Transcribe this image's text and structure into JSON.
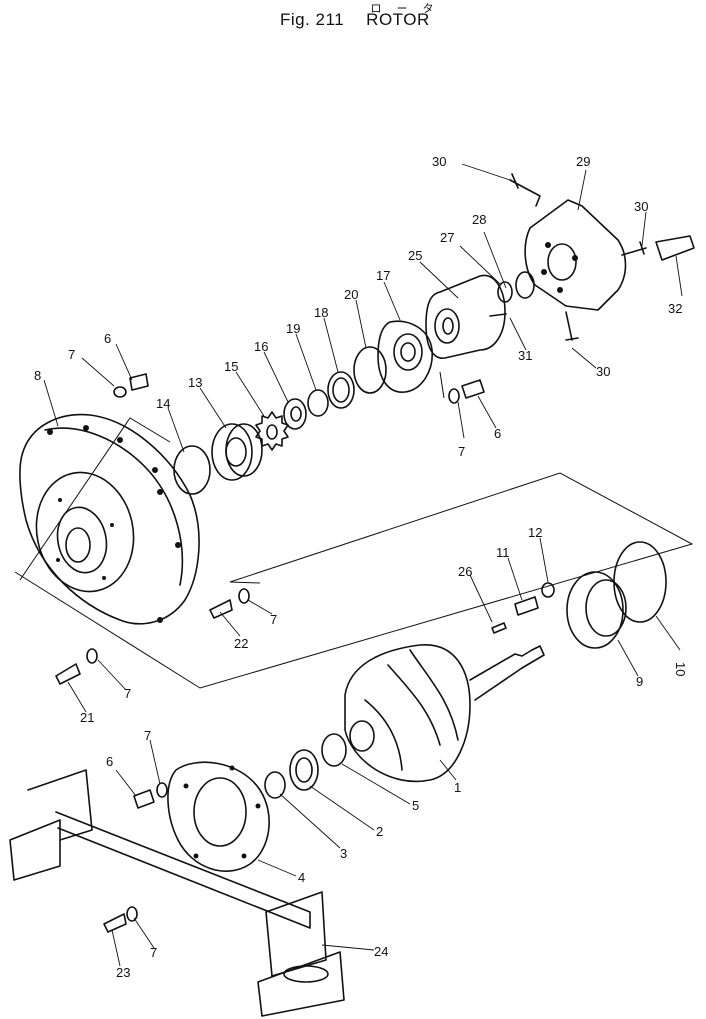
{
  "header": {
    "japanese": "ロ ー タ",
    "figure": "Fig. 211",
    "name": "ROTOR"
  },
  "callouts": {
    "c1": "1",
    "c2": "2",
    "c3": "3",
    "c4": "4",
    "c5": "5",
    "c6a": "6",
    "c6b": "6",
    "c6c": "6",
    "c7a": "7",
    "c7b": "7",
    "c7c": "7",
    "c7d": "7",
    "c7e": "7",
    "c7f": "7",
    "c8": "8",
    "c9": "9",
    "c10": "10",
    "c11": "11",
    "c12": "12",
    "c13": "13",
    "c14": "14",
    "c15": "15",
    "c16": "16",
    "c17": "17",
    "c18": "18",
    "c19": "19",
    "c20": "20",
    "c21": "21",
    "c22": "22",
    "c23": "23",
    "c24": "24",
    "c25": "25",
    "c26": "26",
    "c27": "27",
    "c28": "28",
    "c29": "29",
    "c30a": "30",
    "c30b": "30",
    "c30c": "30",
    "c31": "31",
    "c32": "32"
  }
}
